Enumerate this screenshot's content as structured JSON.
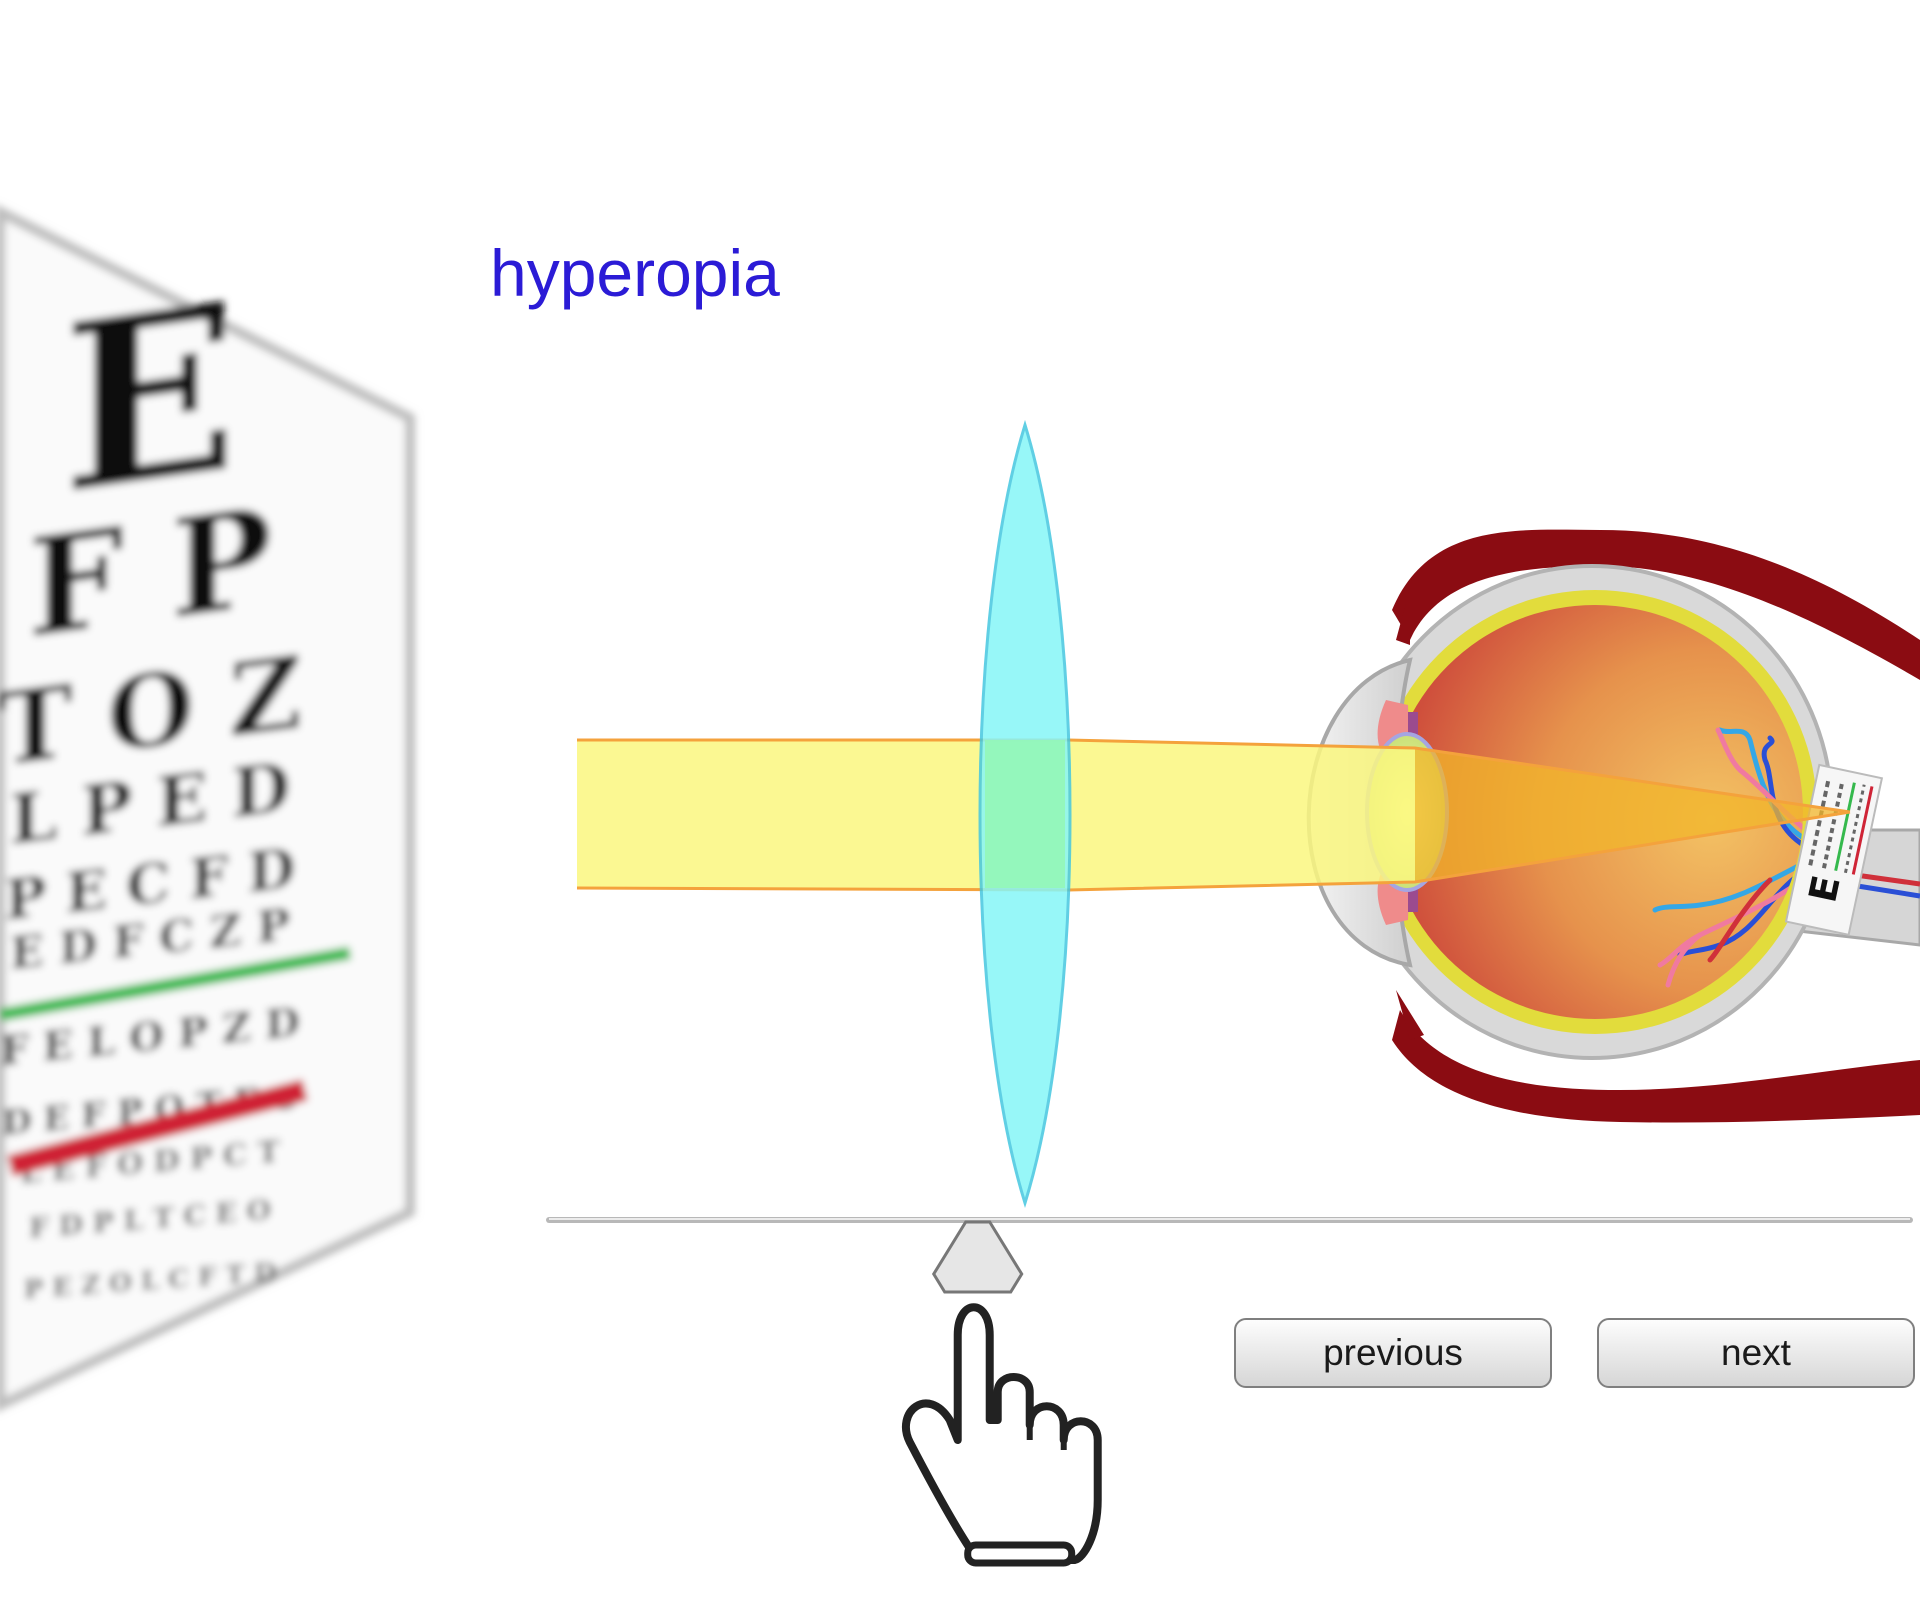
{
  "title": "hyperopia",
  "buttons": {
    "previous_label": "previous",
    "next_label": "next"
  },
  "eye_chart": {
    "rows": [
      "E",
      "F P",
      "T O Z",
      "L P E D",
      "P E C F D",
      "E D F C Z P",
      "F E L O P Z D",
      "D E F P O T E C",
      "L E F O D P C T",
      "F D P L T C E O",
      "P E Z O L C F T D"
    ]
  },
  "slider": {
    "value": 0.315
  },
  "colors": {
    "title": "#2b1bd6",
    "beam_fill": "#faf77f",
    "beam_edge": "#f4a23c",
    "lens_fill": "#86f6f7",
    "lens_edge": "#45c7e0",
    "lens_overlap": "#93f7b7",
    "muscle": "#8b0c12",
    "sclera": "#d9d9d9",
    "choroid": "#e2dc3c",
    "vitreous_inner": "#ecae58",
    "vitreous_outer": "#cf4f3c",
    "chart_red": "#cf2436",
    "chart_green": "#35b94d"
  }
}
